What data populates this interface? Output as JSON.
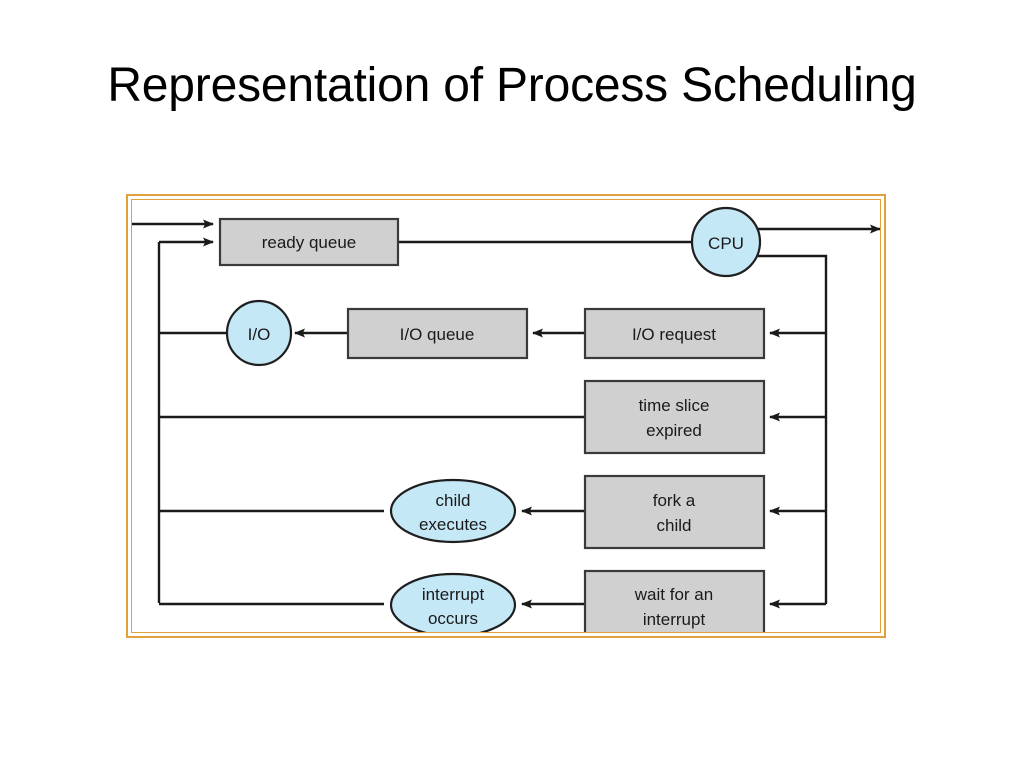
{
  "slide": {
    "title": "Representation of Process Scheduling",
    "background_color": "#ffffff",
    "title_color": "#000000"
  },
  "figure": {
    "frame": {
      "border_color": "#e2a03f",
      "style": "double-line rectangle frame"
    },
    "colors": {
      "queue_box_fill": "#d0d0d0",
      "queue_box_stroke": "#3a3a3a",
      "state_node_fill": "#c5e8f7",
      "state_node_stroke": "#1f1f1f",
      "edge_stroke": "#1a1a1a",
      "text": "#1a1a1a"
    },
    "nodes": [
      {
        "id": "ready-queue",
        "shape": "rect",
        "label": "ready queue",
        "lines": [
          "ready queue"
        ]
      },
      {
        "id": "cpu",
        "shape": "circle",
        "label": "CPU",
        "lines": [
          "CPU"
        ]
      },
      {
        "id": "io",
        "shape": "circle",
        "label": "I/O",
        "lines": [
          "I/O"
        ]
      },
      {
        "id": "io-queue",
        "shape": "rect",
        "label": "I/O queue",
        "lines": [
          "I/O queue"
        ]
      },
      {
        "id": "io-request",
        "shape": "rect",
        "label": "I/O request",
        "lines": [
          "I/O request"
        ]
      },
      {
        "id": "time-slice",
        "shape": "rect",
        "label": "time slice expired",
        "lines": [
          "time slice",
          "expired"
        ]
      },
      {
        "id": "fork-child",
        "shape": "rect",
        "label": "fork a child",
        "lines": [
          "fork a",
          "child"
        ]
      },
      {
        "id": "child-executes",
        "shape": "ellipse",
        "label": "child executes",
        "lines": [
          "child",
          "executes"
        ]
      },
      {
        "id": "wait-interrupt",
        "shape": "rect",
        "label": "wait for an interrupt",
        "lines": [
          "wait for an",
          "interrupt"
        ]
      },
      {
        "id": "interrupt-occurs",
        "shape": "ellipse",
        "label": "interrupt occurs",
        "lines": [
          "interrupt",
          "occurs"
        ]
      }
    ],
    "edges": [
      {
        "from": "entry",
        "to": "ready-queue",
        "label": ""
      },
      {
        "from": "ready-queue",
        "to": "cpu",
        "label": ""
      },
      {
        "from": "cpu",
        "to": "exit",
        "label": ""
      },
      {
        "from": "cpu",
        "to": "io-request",
        "label": ""
      },
      {
        "from": "io-request",
        "to": "io-queue",
        "label": ""
      },
      {
        "from": "io-queue",
        "to": "io",
        "label": ""
      },
      {
        "from": "io",
        "to": "ready-queue",
        "label": ""
      },
      {
        "from": "cpu",
        "to": "time-slice",
        "label": ""
      },
      {
        "from": "time-slice",
        "to": "ready-queue",
        "label": ""
      },
      {
        "from": "cpu",
        "to": "fork-child",
        "label": ""
      },
      {
        "from": "fork-child",
        "to": "child-executes",
        "label": ""
      },
      {
        "from": "child-executes",
        "to": "ready-queue",
        "label": ""
      },
      {
        "from": "cpu",
        "to": "wait-interrupt",
        "label": ""
      },
      {
        "from": "wait-interrupt",
        "to": "interrupt-occurs",
        "label": ""
      },
      {
        "from": "interrupt-occurs",
        "to": "ready-queue",
        "label": ""
      }
    ]
  }
}
